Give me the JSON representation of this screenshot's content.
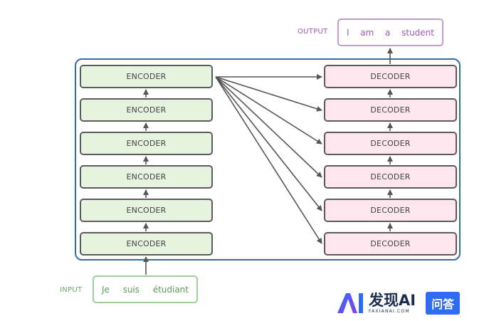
{
  "diagram": {
    "input": {
      "label": "INPUT",
      "words": [
        "Je",
        "suis",
        "étudiant"
      ]
    },
    "output": {
      "label": "OUTPUT",
      "words": [
        "I",
        "am",
        "a",
        "student"
      ]
    },
    "encoders": [
      {
        "label": "ENCODER"
      },
      {
        "label": "ENCODER"
      },
      {
        "label": "ENCODER"
      },
      {
        "label": "ENCODER"
      },
      {
        "label": "ENCODER"
      },
      {
        "label": "ENCODER"
      }
    ],
    "decoders": [
      {
        "label": "DECODER"
      },
      {
        "label": "DECODER"
      },
      {
        "label": "DECODER"
      },
      {
        "label": "DECODER"
      },
      {
        "label": "DECODER"
      },
      {
        "label": "DECODER"
      }
    ]
  },
  "watermark": {
    "name": "发现AI",
    "domain": "FAXIANAI.COM",
    "badge": "问答"
  },
  "colors": {
    "container_border": "#2f6fae",
    "encoder_fill": "#e5f3df",
    "decoder_fill": "#fde6ee",
    "block_border": "#5b5b5b",
    "arrow": "#555555",
    "input": "#9ecf9a",
    "output": "#c29bd0",
    "watermark_badge": "#2e6cf3"
  }
}
